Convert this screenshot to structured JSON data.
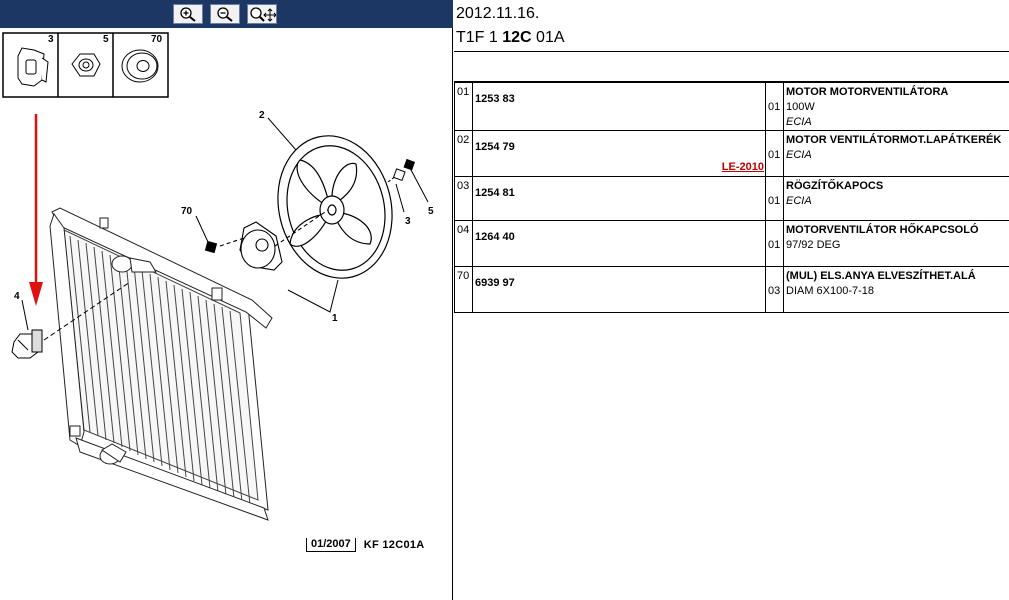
{
  "toolbar": {
    "zoom_in_label": "zoom-in",
    "zoom_out_label": "zoom-out",
    "zoom_move_label": "zoom-move"
  },
  "diagram": {
    "callouts": {
      "box_3": "3",
      "box_5": "5",
      "box_70": "70",
      "item_2": "2",
      "item_70": "70",
      "item_3": "3",
      "item_5": "5",
      "item_4": "4",
      "item_1": "1"
    },
    "footer_date": "01/2007",
    "footer_code": "KF 12C01A",
    "arrow_color": "#e01010"
  },
  "header": {
    "date": "2012.11.16.",
    "code_prefix": "T1F 1 ",
    "code_bold": "12C",
    "code_suffix": " 01A"
  },
  "colors": {
    "toolbar_bg": "#1c3764",
    "link_red": "#c00000"
  },
  "parts": [
    {
      "pos": "01",
      "ref": "1253 83",
      "link": "",
      "qty": "01",
      "title": "MOTOR MOTORVENTILÁTORA",
      "line": "100W",
      "italic": "ECIA"
    },
    {
      "pos": "02",
      "ref": "1254 79",
      "link": "LE-2010",
      "qty": "01",
      "title": "MOTOR VENTILÁTORMOT.LAPÁTKERÉK",
      "line": "",
      "italic": "ECIA"
    },
    {
      "pos": "03",
      "ref": "1254 81",
      "link": "",
      "qty": "01",
      "title": "RÖGZÍTŐKAPOCS",
      "line": "",
      "italic": "ECIA"
    },
    {
      "pos": "04",
      "ref": "1264 40",
      "link": "",
      "qty": "01",
      "title": "MOTORVENTILÁTOR HŐKAPCSOLÓ",
      "line": "97/92 DEG",
      "italic": ""
    },
    {
      "pos": "70",
      "ref": "6939 97",
      "link": "",
      "qty": "03",
      "title": "(MUL) ELS.ANYA ELVESZÍTHET.ALÁ",
      "line": "DIAM 6X100-7-18",
      "italic": ""
    }
  ]
}
